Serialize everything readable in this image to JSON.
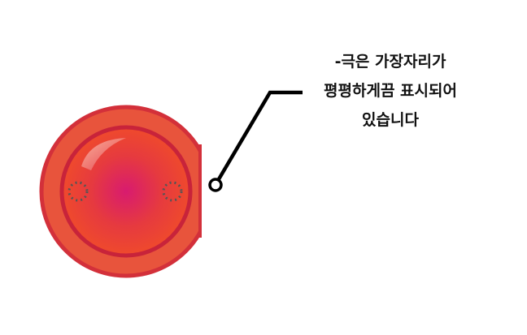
{
  "callout": {
    "lines": [
      "-극은 가장자리가",
      "평평하게끔 표시되어",
      "있습니다"
    ]
  },
  "colors": {
    "outer_ring": "#e8503a",
    "outer_ring_border": "#d02f3a",
    "inner_face_center": "#d81b6f",
    "inner_face_edge": "#ef4a2c",
    "inner_border": "#c8233a",
    "contact_dots": "#555555",
    "leader_line": "#000000"
  }
}
